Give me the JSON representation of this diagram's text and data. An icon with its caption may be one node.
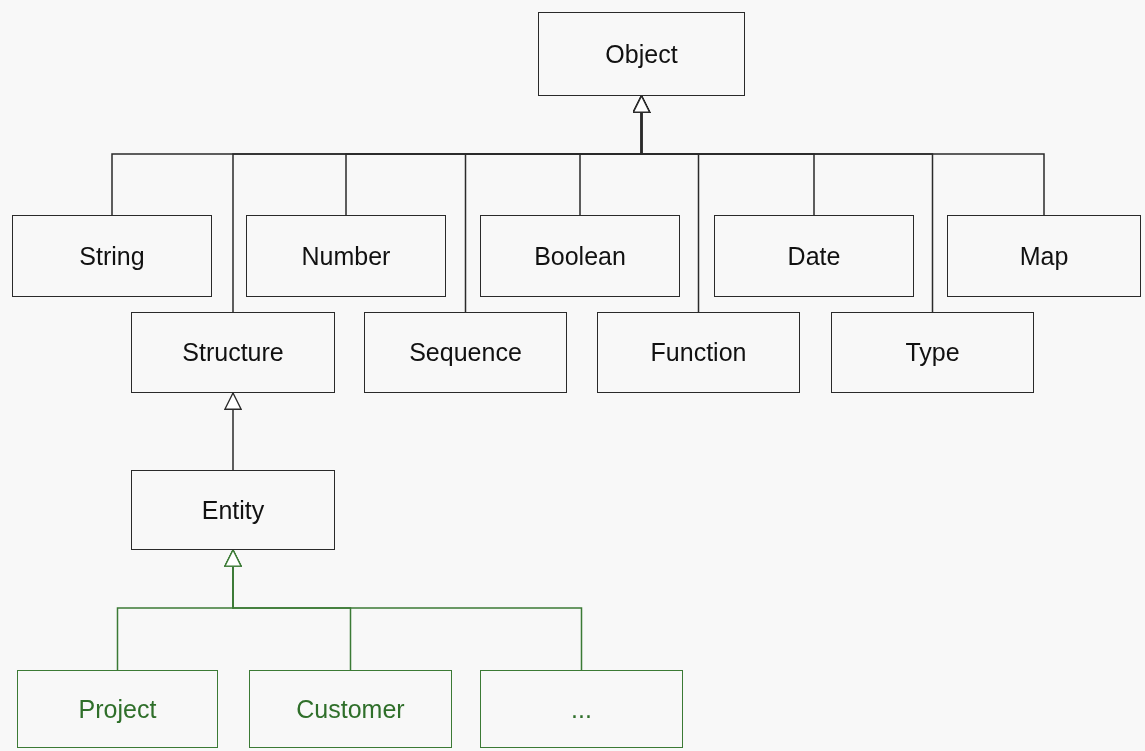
{
  "diagram": {
    "nodes": [
      {
        "text": [
          "Object"
        ]
      },
      {
        "text": [
          "String"
        ]
      },
      {
        "text": [
          "Number"
        ]
      },
      {
        "text": [
          "Boolean"
        ]
      },
      {
        "text": [
          "Date"
        ]
      },
      {
        "text": [
          "Map"
        ]
      },
      {
        "text": [
          "Structure"
        ]
      },
      {
        "text": [
          "Sequence"
        ]
      },
      {
        "text": [
          "Function"
        ]
      },
      {
        "text": [
          "Type"
        ]
      },
      {
        "text": [
          "Entity"
        ]
      },
      {
        "text": [
          "Project"
        ]
      },
      {
        "text": [
          "Customer"
        ]
      },
      {
        "text": [
          "..."
        ]
      }
    ],
    "edges": [
      {
        "from": 1,
        "to": 0,
        "arrow": "to"
      },
      {
        "from": 6,
        "to": 0,
        "arrow": "to"
      },
      {
        "from": 2,
        "to": 0,
        "arrow": "to"
      },
      {
        "from": 7,
        "to": 0,
        "arrow": "to"
      },
      {
        "from": 3,
        "to": 0,
        "arrow": "to"
      },
      {
        "from": 8,
        "to": 0,
        "arrow": "to"
      },
      {
        "from": 4,
        "to": 0,
        "arrow": "to"
      },
      {
        "from": 9,
        "to": 0,
        "arrow": "to"
      },
      {
        "from": 5,
        "to": 0,
        "arrow": "to"
      },
      {
        "from": 10,
        "to": 6,
        "arrow": "to"
      },
      {
        "from": 11,
        "to": 10,
        "arrow": "to",
        "color": "#3b7a35"
      },
      {
        "from": 12,
        "to": 10,
        "arrow": "to",
        "color": "#3b7a35"
      },
      {
        "from": 13,
        "to": 10,
        "arrow": "to",
        "color": "#3b7a35"
      }
    ]
  }
}
